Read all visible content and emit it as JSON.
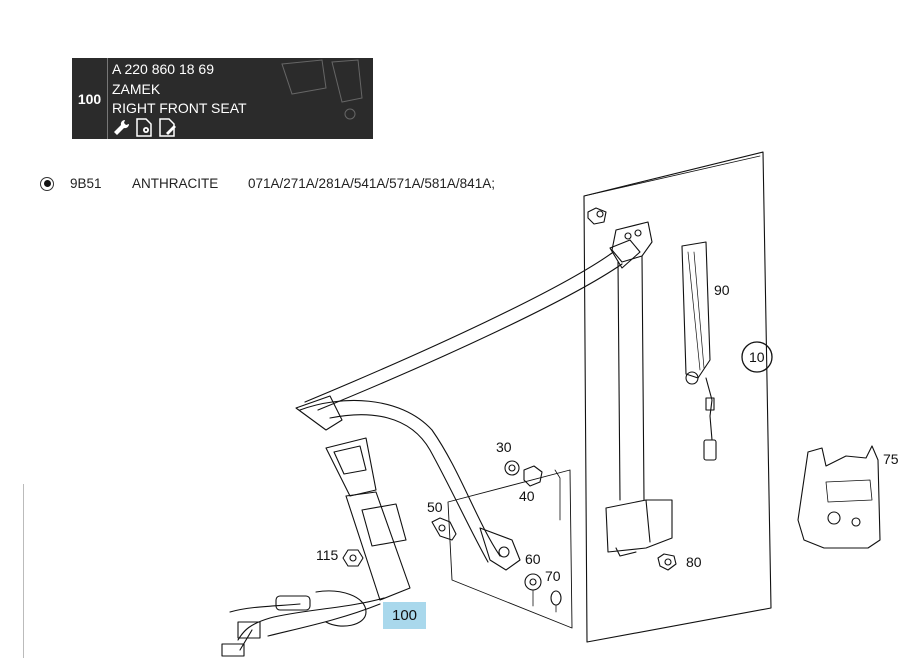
{
  "tooltip": {
    "quantity": "100",
    "part_number": "A 220 860 18 69",
    "name": "ZAMEK",
    "description": "RIGHT FRONT SEAT",
    "icons": [
      "wrench-icon",
      "document-gear-icon",
      "document-edit-icon"
    ]
  },
  "option": {
    "selected": true,
    "code": "9B51",
    "color_name": "ANTHRACITE",
    "variants": "071A/271A/281A/541A/571A/581A/841A;"
  },
  "callouts": {
    "c10": "10",
    "c30": "30",
    "c40": "40",
    "c50": "50",
    "c60": "60",
    "c70": "70",
    "c75": "75",
    "c80": "80",
    "c90": "90",
    "c100": "100",
    "c115": "115"
  },
  "highlight_color": "#a9d8ec"
}
